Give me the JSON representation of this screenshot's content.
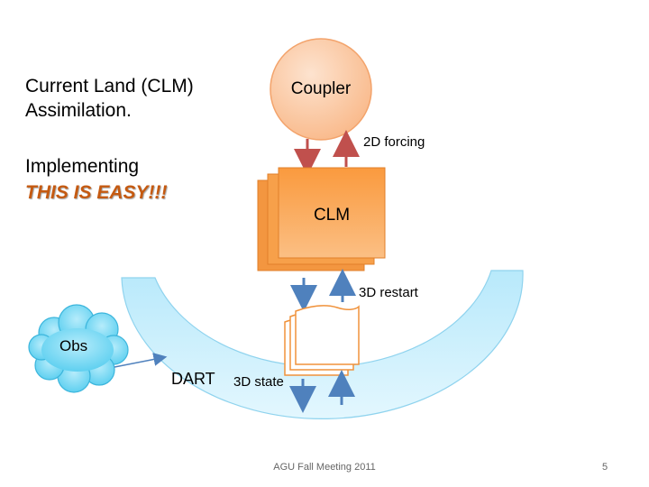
{
  "slide": {
    "intro_line1": "Current Land (CLM)",
    "intro_line2": "Assimilation.",
    "impl_line": "Implementing",
    "emphasis": "THIS IS EASY!!!",
    "footer": "AGU Fall Meeting 2011",
    "page_number": "5"
  },
  "diagram": {
    "coupler_label": "Coupler",
    "clm_label": "CLM",
    "obs_label": "Obs",
    "dart_label": "DART",
    "forcing_label": "2D forcing",
    "restart_label": "3D restart",
    "state_label": "3D state"
  },
  "colors": {
    "emphasis": "#c55a11",
    "clm_fill": "#f7a04a",
    "coupler_fill": "#fcc59a",
    "dart_fill": "#cdeffc",
    "obs_fill": "#7fdbf5",
    "red_arrow": "#c0504d",
    "blue_arrow": "#4f81bd"
  }
}
